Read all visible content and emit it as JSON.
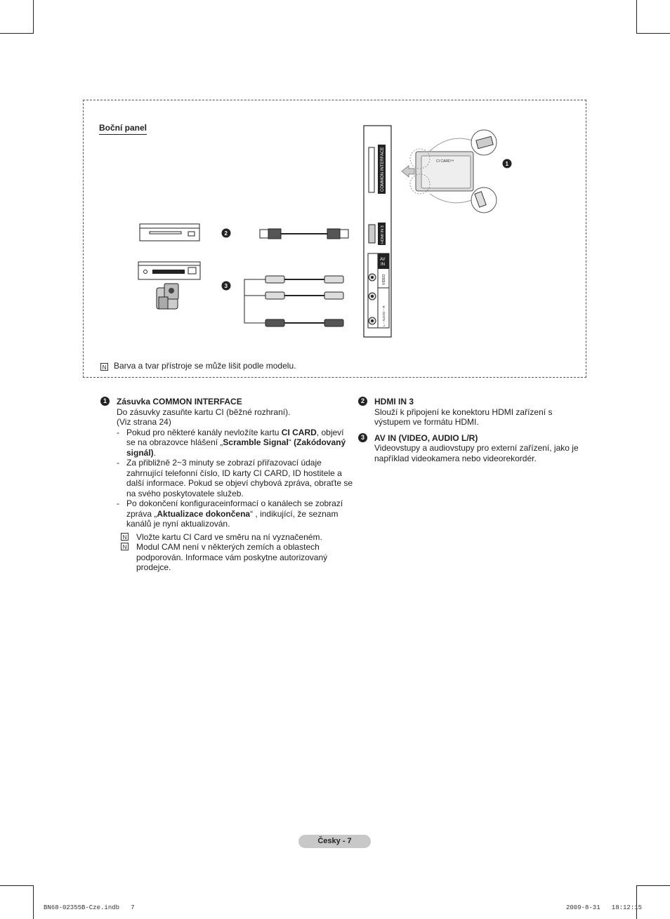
{
  "panel": {
    "title": "Boční panel",
    "note": "Barva a tvar přístroje se může lišit podle modelu."
  },
  "diagram": {
    "labels": {
      "common_interface": "COMMON INTERFACE",
      "ci_card": "CI CARD™",
      "hdmi_in": "HDMI IN 3",
      "av_in": "AV IN",
      "video": "VIDEO",
      "audio": "L – AUDIO – R"
    },
    "markers": [
      "1",
      "2",
      "3"
    ]
  },
  "items": {
    "ci": {
      "marker": "1",
      "title": "Zásuvka COMMON INTERFACE",
      "line1": "Do zásuvky zasuňte kartu CI (běžné rozhraní).",
      "line2": "(Viz strana 24)",
      "b1_a": "Pokud pro některé kanály nevložíte kartu ",
      "b1_b": "CI CARD",
      "b1_c": ", objeví se na obrazovce hlášení „",
      "b1_d": "Scramble Signal",
      "b1_e": "“ ",
      "b1_f": "(Zakódovaný signál)",
      "b1_g": ".",
      "b2": "Za přibližně 2~3 minuty se zobrazí přiřazovací údaje zahrnující telefonní číslo, ID karty CI CARD, ID hostitele a další informace. Pokud se objeví chybová zpráva, obraťte se na svého poskytovatele služeb.",
      "b3_a": "Po dokončení konfiguraceinformací o kanálech se zobrazí zpráva „",
      "b3_b": "Aktualizace dokončena",
      "b3_c": "“ , indikující, že seznam kanálů je nyní aktualizován.",
      "note1": "Vložte kartu CI Card ve směru na ní vyznačeném.",
      "note2": "Modul CAM není v některých zemích a oblastech podporován. Informace vám poskytne autorizovaný prodejce."
    },
    "hdmi": {
      "marker": "2",
      "title": "HDMI IN 3",
      "text": "Slouží k připojení ke konektoru HDMI zařízení s výstupem ve formátu HDMI."
    },
    "av": {
      "marker": "3",
      "title": "AV IN (VIDEO, AUDIO L/R)",
      "text": "Videovstupy a audiovstupy pro externí zařízení, jako je například videokamera nebo videorekordér."
    }
  },
  "footer": {
    "page_label": "Česky - 7",
    "file": "BN68-02355B-Cze.indb   7",
    "datetime": "2009-8-31   18:12:15"
  }
}
